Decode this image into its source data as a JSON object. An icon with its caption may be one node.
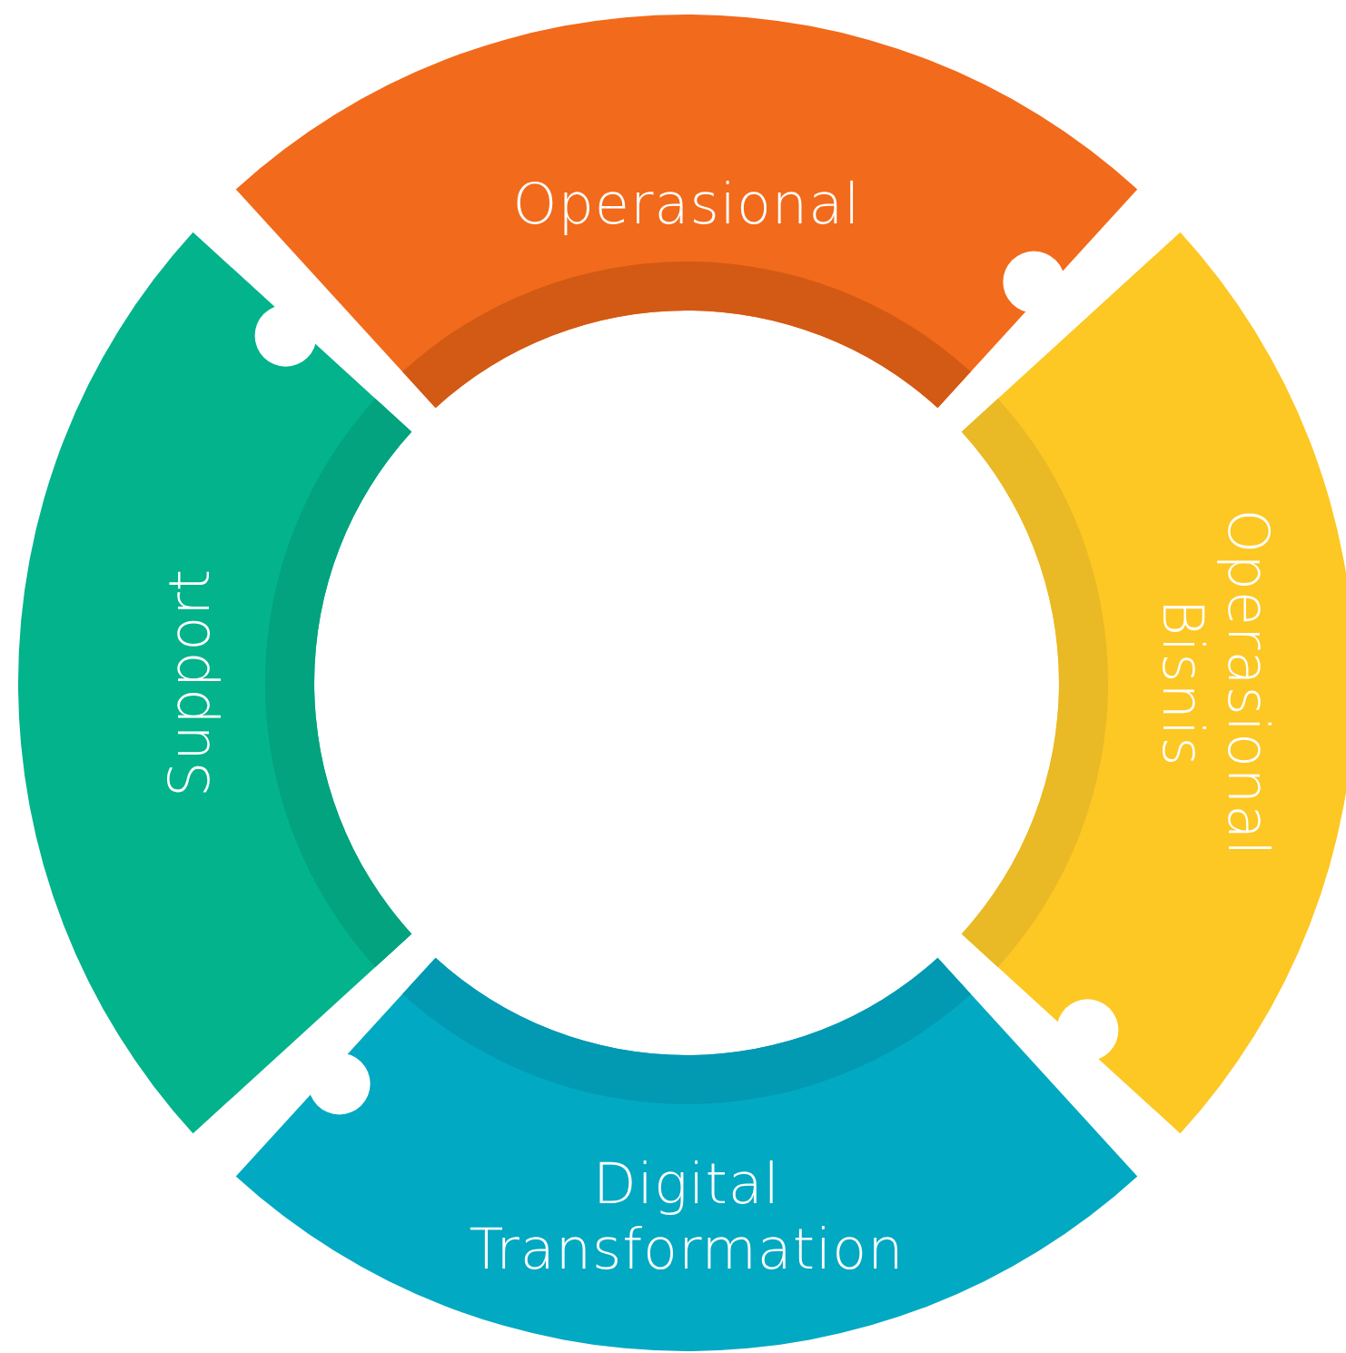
{
  "diagram": {
    "nodes": [
      {
        "text": [
          "Operasional"
        ]
      },
      {
        "text": [
          "Operasional Bisnis"
        ]
      },
      {
        "text": [
          "Digital Transformation"
        ]
      },
      {
        "text": [
          "Support"
        ]
      }
    ]
  }
}
